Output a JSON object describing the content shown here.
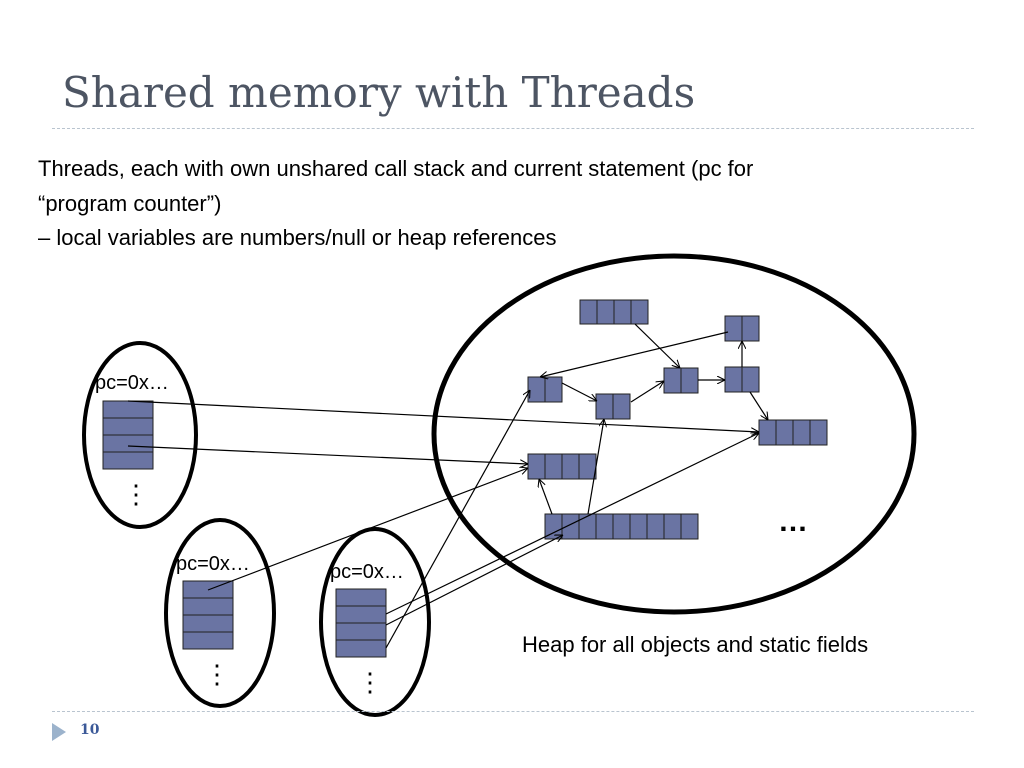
{
  "slide": {
    "title": "Shared memory with Threads",
    "body_line1": "Threads, each with own unshared call stack and current statement (pc for",
    "body_line2": "“program counter”)",
    "body_line3": "–  local variables are numbers/null or heap references",
    "page_number": "10"
  },
  "diagram": {
    "thread_pc_label": "pc=0x…",
    "stack_ellipsis": "⋮",
    "heap_ellipsis": "…",
    "heap_caption": "Heap for all objects and static fields",
    "cell_fill": "#6a74a3",
    "cell_stroke": "#222222"
  }
}
